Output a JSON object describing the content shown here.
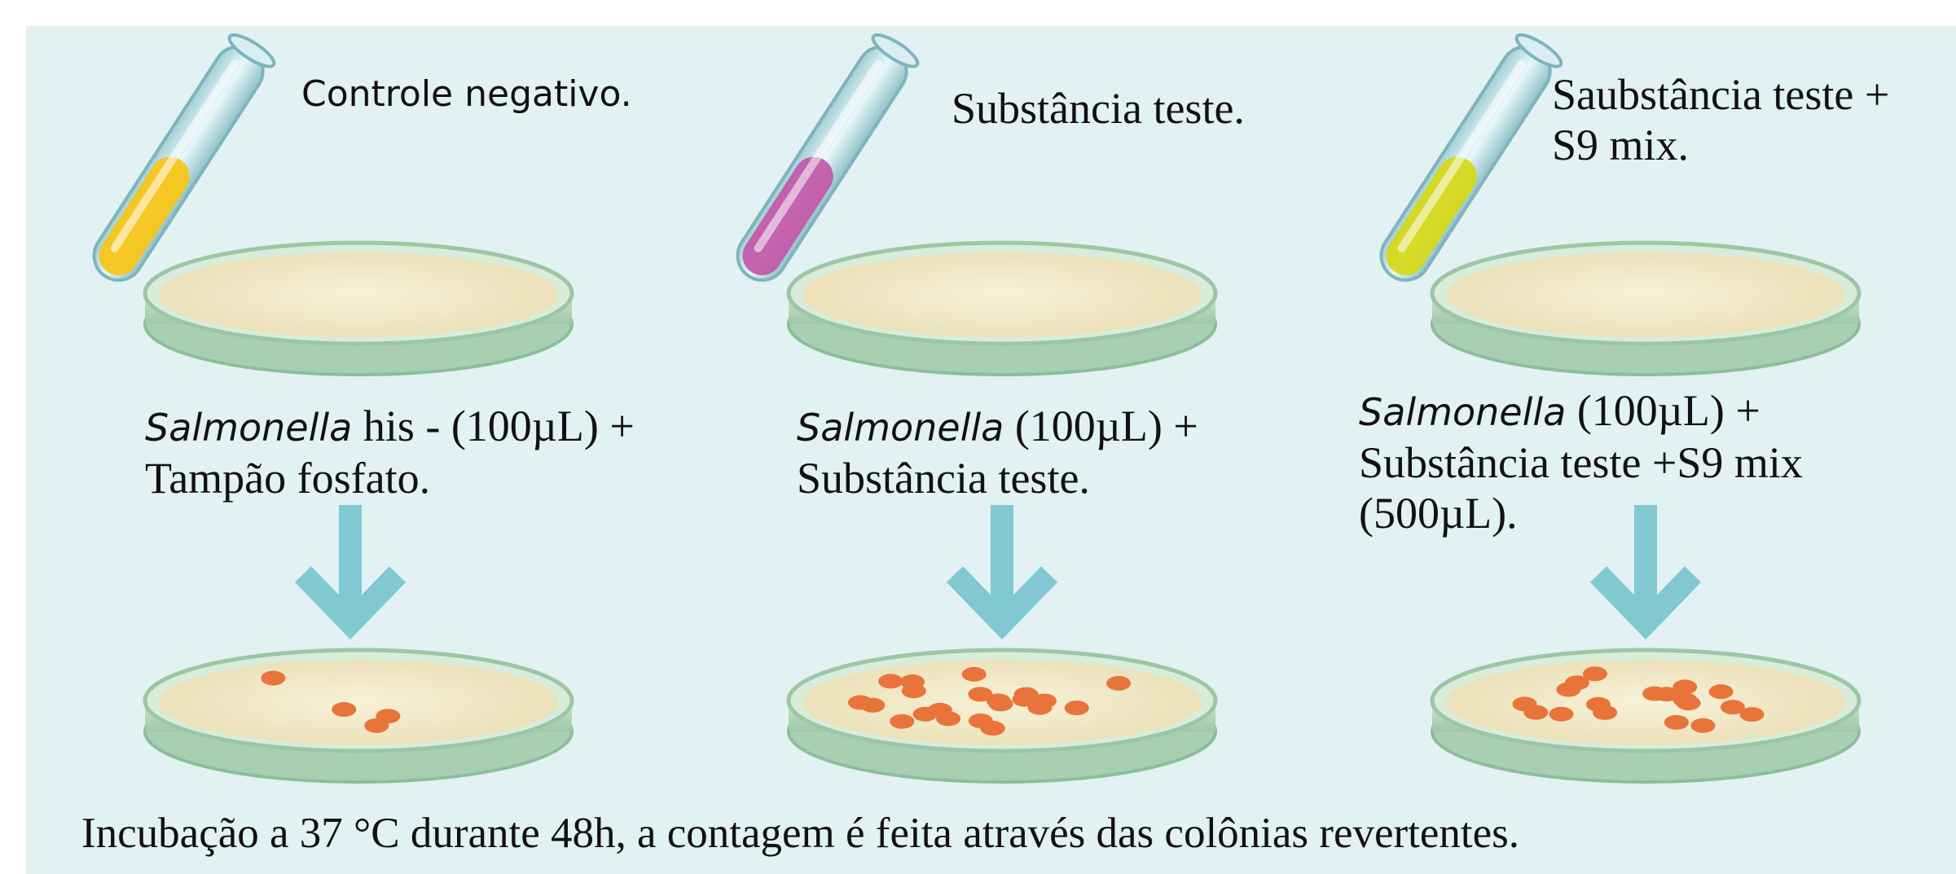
{
  "colors": {
    "background": "#e2f1f2",
    "agar": "#f3eccd",
    "dish_rim": "#b9d8bf",
    "colony": "#e8743b",
    "arrow": "#82c8d2",
    "tube_glass": "#bfe0e4"
  },
  "columns": [
    {
      "tube_title": "Controle negativo.",
      "tube_liquid_color": "#f7c51a",
      "procedure": {
        "organism": "Salmonella",
        "line1_rest": " his - (100µL) +",
        "line2": "Tampão fosfato.",
        "line3": ""
      },
      "colony_count": 4
    },
    {
      "tube_title": "Substância teste.",
      "tube_liquid_color": "#c25bab",
      "procedure": {
        "organism": "Salmonella",
        "line1_rest": " (100µL) +",
        "line2": "Substância teste.",
        "line3": ""
      },
      "colony_count": 22
    },
    {
      "tube_title_line1": "Saubstância teste +",
      "tube_title_line2": "S9 mix.",
      "tube_liquid_color": "#d6d81a",
      "procedure": {
        "organism": "Salmonella",
        "line1_rest": " (100µL) +",
        "line2": "Substância teste +S9 mix",
        "line3": "(500µL)."
      },
      "colony_count": 18
    }
  ],
  "footer": "Incubação a 37 °C durante 48h, a contagem é feita através das colônias revertentes."
}
